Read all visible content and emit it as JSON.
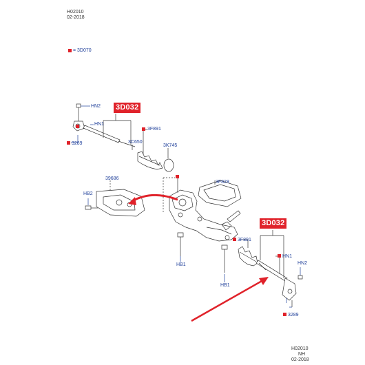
{
  "header": {
    "code": "H02010",
    "date": "02-2018"
  },
  "legend": {
    "text": "= 3D070",
    "color": "#e0222a"
  },
  "footer": {
    "code": "H02010",
    "line2": "NH",
    "date": "02-2018"
  },
  "callouts": {
    "left": "3D032",
    "right": "3D032"
  },
  "labels": {
    "hn2_top": "HN2",
    "hn1_top": "HN1",
    "part_3f891_top": "3F891",
    "part_3289_top": "3289",
    "part_3c650": "3C650",
    "part_3k745": "3K745",
    "part_39686": "39686",
    "hb2": "HB2",
    "part_3f828": "3F828",
    "part_3f891_bottom": "3F891",
    "hn1_bottom": "HN1",
    "hn2_bottom": "HN2",
    "part_3289_bottom": "3289",
    "hb1_left": "HB1",
    "hb1_right": "HB1"
  },
  "colors": {
    "accent_red": "#e0222a",
    "label_blue": "#1f3f9a",
    "arrow_red": "#e0222a"
  }
}
